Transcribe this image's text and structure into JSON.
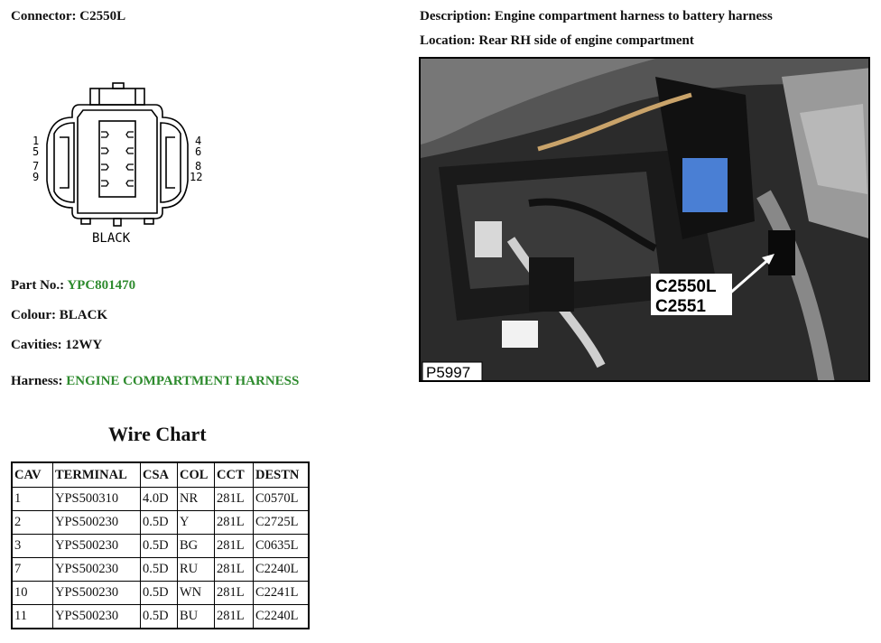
{
  "connector": {
    "label": "Connector: ",
    "value": "C2550L"
  },
  "description": {
    "label": "Description: ",
    "value": "Engine compartment harness to battery harness"
  },
  "location": {
    "label": "Location: ",
    "value": "Rear RH side of engine compartment"
  },
  "diagram": {
    "color_label": "BLACK",
    "left_pins_1": "1",
    "left_pins_2": "5",
    "left_pins_3": "7",
    "left_pins_4": "9",
    "right_pins_1": "4",
    "right_pins_2": "6",
    "right_pins_3": "8",
    "right_pins_4": "12"
  },
  "part": {
    "label": "Part No.: ",
    "value": "YPC801470"
  },
  "colour": {
    "label": "Colour: ",
    "value": "BLACK"
  },
  "cavities": {
    "label": "Cavities: ",
    "value": "12WY"
  },
  "harness": {
    "label": "Harness: ",
    "value": "ENGINE COMPARTMENT HARNESS"
  },
  "photo": {
    "id_label": "P5997",
    "callout_1": "C2550L",
    "callout_2": "C2551"
  },
  "wire_chart": {
    "title": "Wire Chart",
    "headers": [
      "CAV",
      "TERMINAL",
      "CSA",
      "COL",
      "CCT",
      "DESTN"
    ],
    "rows": [
      [
        "1",
        "YPS500310",
        "4.0D",
        "NR",
        "281L",
        "C0570L"
      ],
      [
        "2",
        "YPS500230",
        "0.5D",
        "Y",
        "281L",
        "C2725L"
      ],
      [
        "3",
        "YPS500230",
        "0.5D",
        "BG",
        "281L",
        "C0635L"
      ],
      [
        "7",
        "YPS500230",
        "0.5D",
        "RU",
        "281L",
        "C2240L"
      ],
      [
        "10",
        "YPS500230",
        "0.5D",
        "WN",
        "281L",
        "C2241L"
      ],
      [
        "11",
        "YPS500230",
        "0.5D",
        "BU",
        "281L",
        "C2240L"
      ]
    ]
  },
  "colors": {
    "accent_green": "#2e8b2e"
  }
}
